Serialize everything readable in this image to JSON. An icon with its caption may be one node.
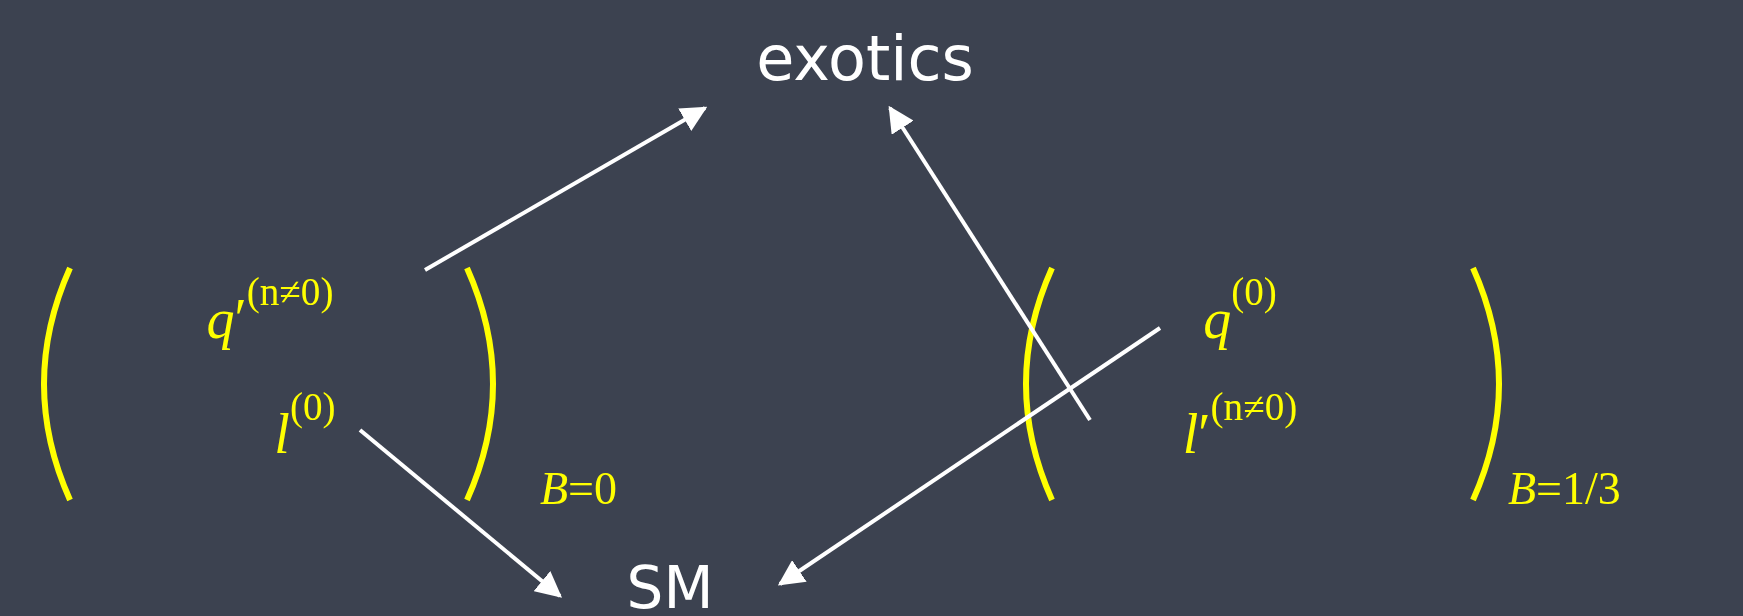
{
  "diagram": {
    "nodes": [
      {
        "text": [
          "exotics"
        ]
      },
      {
        "text": [
          "SM"
        ]
      },
      {
        "text": [
          "*q*′$^{(n≠0)}$"
        ]
      },
      {
        "text": [
          "*l*$^{(0)}$"
        ]
      },
      {
        "text": [
          "*q*$^{(0)}$"
        ]
      },
      {
        "text": [
          "*l*′$^{(n≠0)}$"
        ]
      }
    ],
    "edges": [
      {
        "from": 2,
        "to": 0,
        "arrow": "to"
      },
      {
        "from": 3,
        "to": 1,
        "arrow": "to"
      },
      {
        "from": 4,
        "to": 1,
        "arrow": "to"
      },
      {
        "from": 5,
        "to": 0,
        "arrow": "to"
      }
    ],
    "labels": [
      "*B*=0",
      "*B*=1/3"
    ]
  }
}
